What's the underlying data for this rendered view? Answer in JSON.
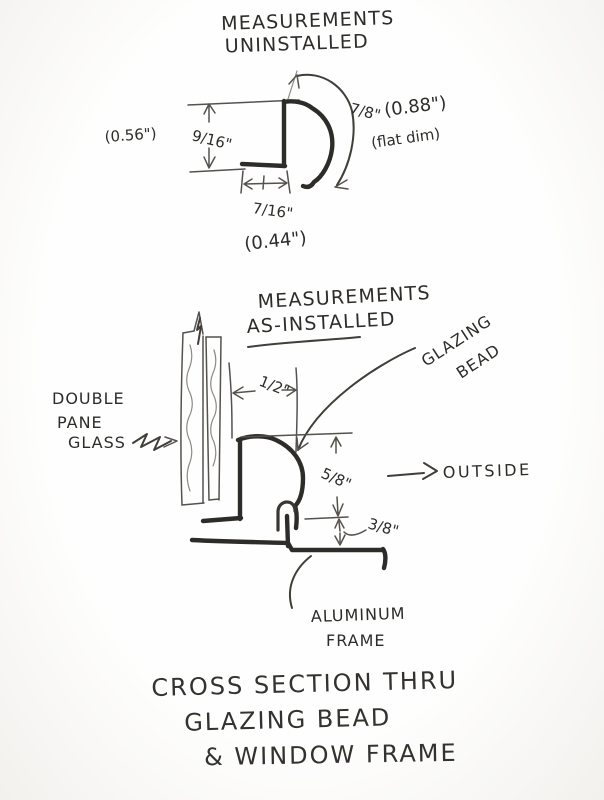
{
  "top_title": {
    "line1": "MEASUREMENTS",
    "line2": "UNINSTALLED"
  },
  "uninstalled_view": {
    "height_fraction": "9/16\"",
    "height_decimal": "(0.56\")",
    "width_fraction": "7/16\"",
    "width_decimal": "(0.44\")",
    "flat_fraction": "7/8\"",
    "flat_decimal": "(0.88\")",
    "flat_note": "(flat dim)"
  },
  "installed_view": {
    "title_line1": "MEASUREMENTS",
    "title_line2": "AS-INSTALLED",
    "bead_label_line1": "GLAZING",
    "bead_label_line2": "BEAD",
    "glass_label_line1": "DOUBLE",
    "glass_label_line2": "PANE",
    "glass_label_line3": "GLASS",
    "depth_dimension": "1/2\"",
    "upper_height_dimension": "5/8\"",
    "lower_height_dimension": "3/8\"",
    "outside_label": "OUTSIDE",
    "frame_label_line1": "ALUMINUM",
    "frame_label_line2": "FRAME"
  },
  "caption": {
    "line1": "CROSS SECTION THRU",
    "line2": "GLAZING BEAD",
    "line3": "& WINDOW FRAME"
  },
  "colors": {
    "paper": "#fbfaf7",
    "ink": "#2e2c29",
    "pencil": "#8d8a84"
  }
}
